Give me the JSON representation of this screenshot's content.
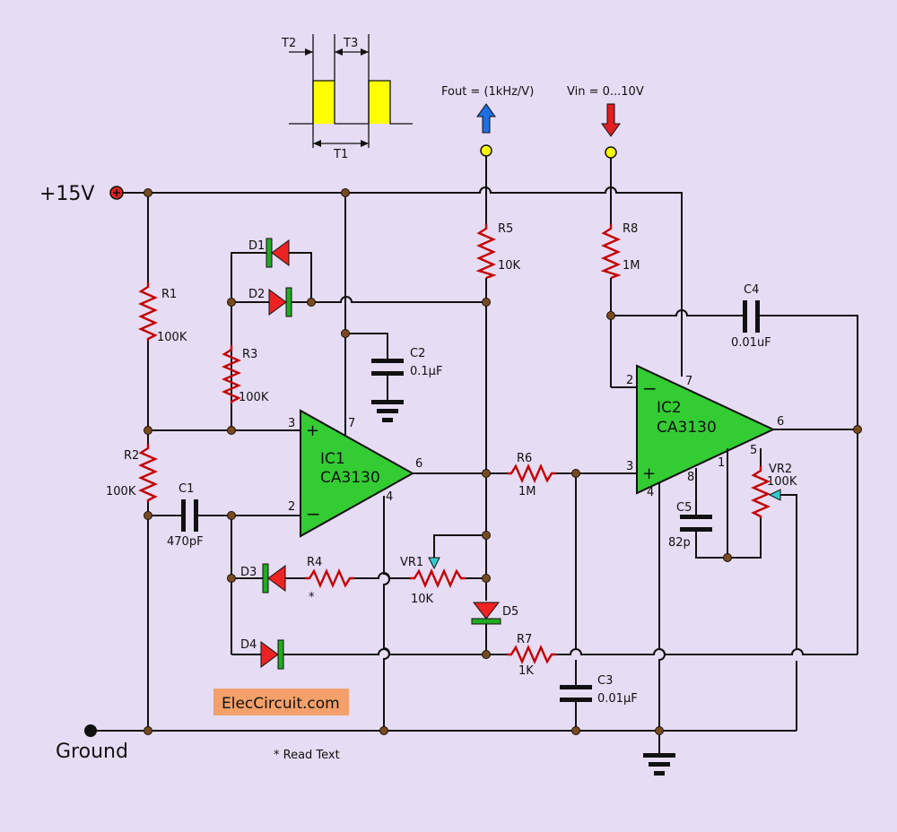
{
  "supply": {
    "plus_label": "+15V",
    "ground_label": "Ground"
  },
  "timing": {
    "t1": "T1",
    "t2": "T2",
    "t3": "T3"
  },
  "io": {
    "fout": "Fout = (1kHz/V)",
    "vin": "Vin = 0...10V"
  },
  "ic1": {
    "name": "IC1",
    "part": "CA3130",
    "pin3": "3",
    "pin2": "2",
    "pin7": "7",
    "pin4": "4",
    "pin6": "6"
  },
  "ic2": {
    "name": "IC2",
    "part": "CA3130",
    "pin2": "2",
    "pin3": "3",
    "pin7": "7",
    "pin4": "4",
    "pin6": "6",
    "pin8": "8",
    "pin1": "1",
    "pin5": "5"
  },
  "components": {
    "r1": {
      "ref": "R1",
      "value": "100K"
    },
    "r2": {
      "ref": "R2",
      "value": "100K"
    },
    "r3": {
      "ref": "R3",
      "value": "100K"
    },
    "r4": {
      "ref": "R4",
      "value": "*"
    },
    "r5": {
      "ref": "R5",
      "value": "10K"
    },
    "r6": {
      "ref": "R6",
      "value": "1M"
    },
    "r7": {
      "ref": "R7",
      "value": "1K"
    },
    "r8": {
      "ref": "R8",
      "value": "1M"
    },
    "vr1": {
      "ref": "VR1",
      "value": "10K"
    },
    "vr2": {
      "ref": "VR2",
      "value": "100K"
    },
    "c1": {
      "ref": "C1",
      "value": "470pF"
    },
    "c2": {
      "ref": "C2",
      "value": "0.1µF"
    },
    "c3": {
      "ref": "C3",
      "value": "0.01µF"
    },
    "c4": {
      "ref": "C4",
      "value": "0.01uF"
    },
    "c5": {
      "ref": "C5",
      "value": "82p"
    },
    "d1": {
      "ref": "D1"
    },
    "d2": {
      "ref": "D2"
    },
    "d3": {
      "ref": "D3"
    },
    "d4": {
      "ref": "D4"
    },
    "d5": {
      "ref": "D5"
    }
  },
  "notes": {
    "read_text": "* Read Text",
    "brand": "ElecCircuit.com"
  },
  "colors": {
    "background": "#e6dcf3",
    "opamp": "#33cc33",
    "diode": "#ee2222",
    "diode_bar": "#22aa22",
    "resistor": "#c40000",
    "pulse": "#ffff00",
    "fout_arrow": "#1e6fe0",
    "vin_arrow": "#e02020",
    "brand_bg": "#f4a06a"
  }
}
